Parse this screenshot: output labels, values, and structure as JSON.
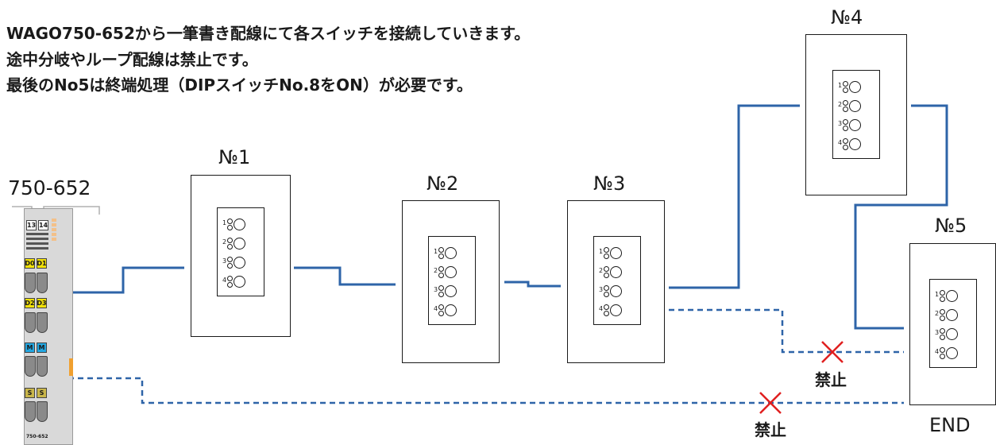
{
  "notes": {
    "line1": "WAGO750-652から一筆書き配線にて各スイッチを接続していきます。",
    "line2": "途中分岐やループ配線は禁止です。",
    "line3": "最後のNo5は終端処理（DIPスイッチNo.8をON）が必要です。"
  },
  "module": {
    "title": "750-652",
    "ch_a": "13",
    "ch_b": "14",
    "d0": "D0",
    "d1": "D1",
    "d2": "D2",
    "d3": "D3",
    "m1": "M",
    "m2": "M",
    "s1": "S",
    "s2": "S",
    "bottom_label": "750-652"
  },
  "switches": [
    {
      "label": "№1",
      "buttons": [
        "1",
        "2",
        "3",
        "4"
      ]
    },
    {
      "label": "№2",
      "buttons": [
        "1",
        "2",
        "3",
        "4"
      ]
    },
    {
      "label": "№3",
      "buttons": [
        "1",
        "2",
        "3",
        "4"
      ]
    },
    {
      "label": "№4",
      "buttons": [
        "1",
        "2",
        "3",
        "4"
      ]
    },
    {
      "label": "№5",
      "buttons": [
        "1",
        "2",
        "3",
        "4"
      ]
    }
  ],
  "end_label": "END",
  "forbidden": [
    "禁止",
    "禁止"
  ],
  "colors": {
    "wire": "#2e64a8",
    "cross": "#e02020",
    "tag_yellow": "#f2e10a",
    "tag_blue": "#23a6e0",
    "tag_olive": "#c9b64a"
  }
}
